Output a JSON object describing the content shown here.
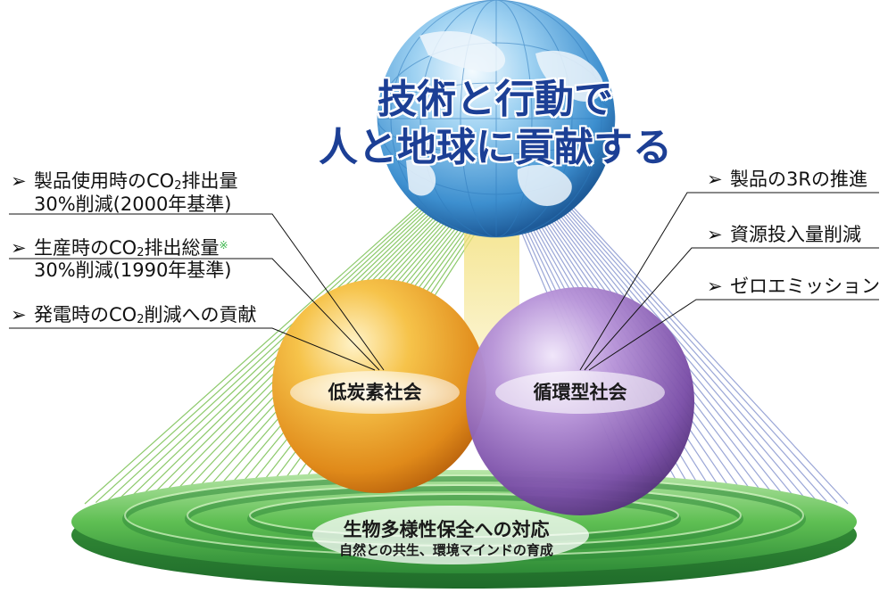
{
  "title": {
    "line1": "技術と行動で",
    "line2": "人と地球に貢献する"
  },
  "left_items": [
    {
      "bullet": "➢",
      "pre": "製品使用時のCO",
      "sub": "2",
      "post": "排出量",
      "mark": "",
      "cont": "30%削減(2000年基準)"
    },
    {
      "bullet": "➢",
      "pre": "生産時のCO",
      "sub": "2",
      "post": "排出総量",
      "mark": "※",
      "cont": "30%削減(1990年基準)"
    },
    {
      "bullet": "➢",
      "pre": "発電時のCO",
      "sub": "2",
      "post": "削減への貢献",
      "mark": "",
      "cont": ""
    }
  ],
  "right_items": [
    {
      "bullet": "➢",
      "text": "製品の3Rの推進"
    },
    {
      "bullet": "➢",
      "text": "資源投入量削減"
    },
    {
      "bullet": "➢",
      "text": "ゼロエミッション"
    }
  ],
  "spheres": {
    "left_label": "低炭素社会",
    "right_label": "循環型社会"
  },
  "platform": {
    "line1": "生物多様性保全への対応",
    "line2": "自然との共生、環境マインドの育成"
  },
  "colors": {
    "title": "#1c3f95",
    "globe_ocean": "#4aa3df",
    "globe_land": "#e9f3fb",
    "orange_sphere": "#f0a020",
    "purple_sphere": "#8a5cb5",
    "platform_green": "#4caf50",
    "asterisk_green": "#39b54a"
  }
}
